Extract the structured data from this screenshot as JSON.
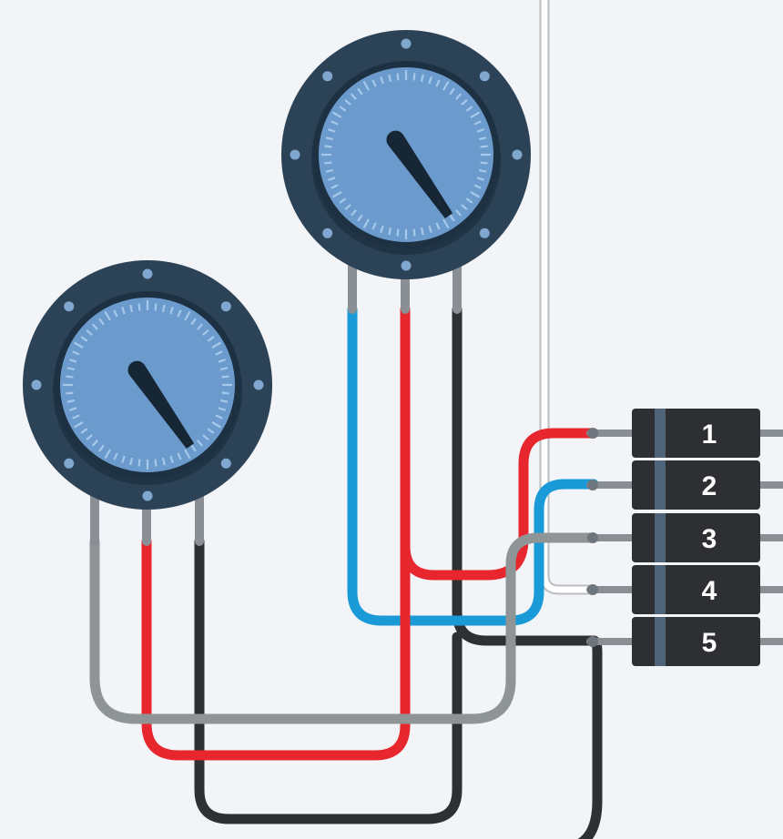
{
  "colors": {
    "background": "#f2f4f7",
    "knob_body": "#2c4256",
    "knob_face": "#6b9bcd",
    "knob_ring": "#1e3143",
    "tick": "#a6c8ea",
    "pointer": "#172635",
    "lead": "#8a8f96",
    "wire_red": "#e8262d",
    "wire_blue": "#1a9ad7",
    "wire_black": "#2e3033",
    "wire_gray": "#8f9597",
    "wire_white": "#ffffff",
    "connector": "#2d2f33",
    "connector_stripe": "#4f6479"
  },
  "knobs": [
    {
      "name": "potentiometer-left",
      "pointer_angle_deg": -125
    },
    {
      "name": "potentiometer-right",
      "pointer_angle_deg": -125
    }
  ],
  "connector": {
    "pins": [
      {
        "label": "1",
        "wire": "red"
      },
      {
        "label": "2",
        "wire": "blue"
      },
      {
        "label": "3",
        "wire": "gray"
      },
      {
        "label": "4",
        "wire": "white"
      },
      {
        "label": "5",
        "wire": "black"
      }
    ]
  }
}
